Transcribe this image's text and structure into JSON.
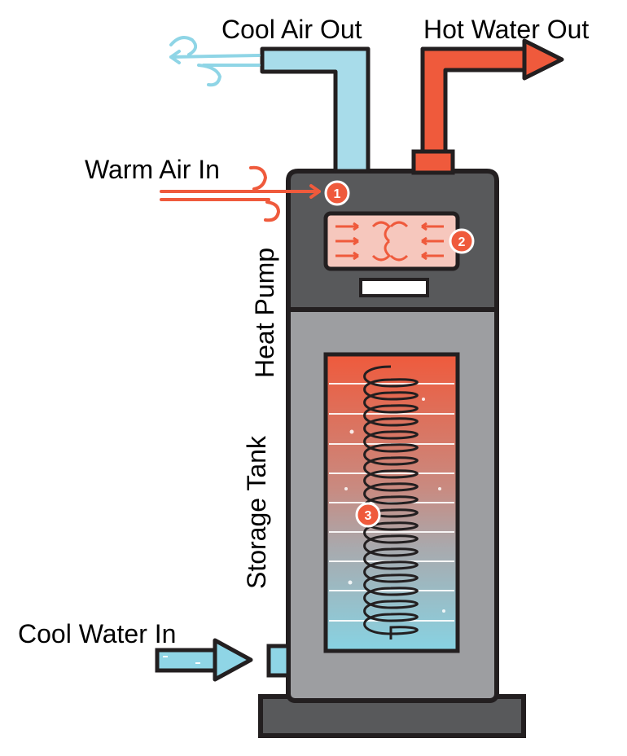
{
  "labels": {
    "cool_air_out": "Cool Air Out",
    "hot_water_out": "Hot Water Out",
    "warm_air_in": "Warm Air In",
    "heat_pump": "Heat Pump",
    "storage_tank": "Storage Tank",
    "cool_water_in": "Cool Water In"
  },
  "markers": [
    "1",
    "2",
    "3"
  ],
  "colors": {
    "hot": "#ef5a3c",
    "cool": "#8fd5e6",
    "body_dark": "#58595b",
    "body_grey": "#9d9ea1",
    "outline": "#231f20"
  }
}
